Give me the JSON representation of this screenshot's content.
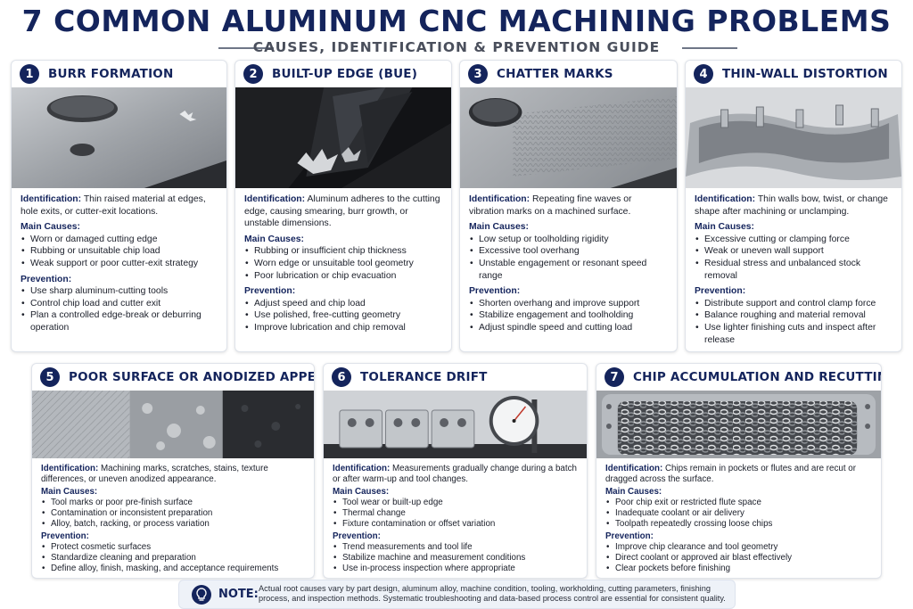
{
  "header": {
    "title": "7 COMMON ALUMINUM CNC MACHINING PROBLEMS",
    "subtitle": "CAUSES, IDENTIFICATION & PREVENTION GUIDE"
  },
  "labels": {
    "identification": "Identification:",
    "main_causes": "Main Causes:",
    "prevention": "Prevention:"
  },
  "cards": [
    {
      "number": "1",
      "title": "BURR FORMATION",
      "identification": "Thin raised material at edges, hole exits, or cutter-exit locations.",
      "causes": [
        "Worn or damaged cutting edge",
        "Rubbing or unsuitable chip load",
        "Weak support or poor cutter-exit strategy"
      ],
      "prevention": [
        "Use sharp aluminum-cutting tools",
        "Control chip load and cutter exit",
        "Plan a controlled edge-break or deburring operation"
      ]
    },
    {
      "number": "2",
      "title": "BUILT-UP EDGE (BUE)",
      "identification": "Aluminum adheres to the cutting edge, causing smearing, burr growth, or unstable dimensions.",
      "causes": [
        "Rubbing or insufficient chip thickness",
        "Worn edge or unsuitable tool geometry",
        "Poor lubrication or chip evacuation"
      ],
      "prevention": [
        "Adjust speed and chip load",
        "Use polished, free-cutting geometry",
        "Improve lubrication and chip removal"
      ]
    },
    {
      "number": "3",
      "title": "CHATTER MARKS",
      "identification": "Repeating fine waves or vibration marks on a machined surface.",
      "causes": [
        "Low setup or toolholding rigidity",
        "Excessive tool overhang",
        "Unstable engagement or resonant speed range"
      ],
      "prevention": [
        "Shorten overhang and improve support",
        "Stabilize engagement and toolholding",
        "Adjust spindle speed and cutting load"
      ]
    },
    {
      "number": "4",
      "title": "THIN-WALL DISTORTION",
      "identification": "Thin walls bow, twist, or change shape after machining or unclamping.",
      "causes": [
        "Excessive cutting or clamping force",
        "Weak or uneven wall support",
        "Residual stress and unbalanced stock removal"
      ],
      "prevention": [
        "Distribute support and control clamp force",
        "Balance roughing and material removal",
        "Use lighter finishing cuts and inspect after release"
      ]
    },
    {
      "number": "5",
      "title": "POOR SURFACE OR ANODIZED APPEARANCE",
      "identification": "Machining marks, scratches, stains, texture differences, or uneven anodized appearance.",
      "causes": [
        "Tool marks or poor pre-finish surface",
        "Contamination or inconsistent preparation",
        "Alloy, batch, racking, or process variation"
      ],
      "prevention": [
        "Protect cosmetic surfaces",
        "Standardize cleaning and preparation",
        "Define alloy, finish, masking, and acceptance requirements"
      ]
    },
    {
      "number": "6",
      "title": "TOLERANCE DRIFT",
      "identification": "Measurements gradually change during a batch or after warm-up and tool changes.",
      "causes": [
        "Tool wear or built-up edge",
        "Thermal change",
        "Fixture contamination or offset variation"
      ],
      "prevention": [
        "Trend measurements and tool life",
        "Stabilize machine and measurement conditions",
        "Use in-process inspection where appropriate"
      ]
    },
    {
      "number": "7",
      "title": "CHIP ACCUMULATION AND RECUTTING",
      "identification": "Chips remain in pockets or flutes and are recut or dragged across the surface.",
      "causes": [
        "Poor chip exit or restricted flute space",
        "Inadequate coolant or air delivery",
        "Toolpath repeatedly crossing loose chips"
      ],
      "prevention": [
        "Improve chip clearance and tool geometry",
        "Direct coolant or approved air blast effectively",
        "Clear pockets before finishing"
      ]
    }
  ],
  "note": {
    "label": "NOTE:",
    "text": "Actual root causes vary by part design, aluminum alloy, machine condition, tooling, workholding, cutting parameters, finishing process, and inspection methods. Systematic troubleshooting and data-based process control are essential for consistent quality.",
    "icon": "lightbulb-icon"
  },
  "colors": {
    "navy": "#14245c",
    "note_bg": "#eef2f8"
  }
}
